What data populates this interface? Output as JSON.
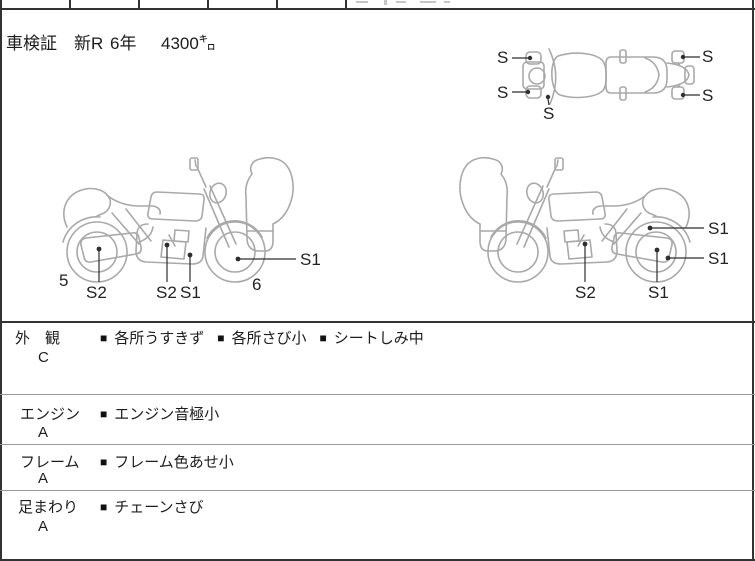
{
  "chars": {
    "bullet": "■"
  },
  "header": {
    "doc_label": "車検証",
    "registration": "新R",
    "year": "6年",
    "mileage": "4300㌔"
  },
  "diagram": {
    "marker_s": "S",
    "marker_s1": "S1",
    "marker_s2": "S2",
    "front_wheel_num": "6",
    "rear_wheel_num": "5"
  },
  "condition_rows": [
    {
      "label": "外　観",
      "grade": "C",
      "notes": [
        "各所うすきず",
        "各所さび小",
        "シートしみ中"
      ]
    },
    {
      "label": "エンジン",
      "grade": "A",
      "notes": [
        "エンジン音極小"
      ]
    },
    {
      "label": "フレーム",
      "grade": "A",
      "notes": [
        "フレーム色あせ小"
      ]
    },
    {
      "label": "足まわり",
      "grade": "A",
      "notes": [
        "チェーンさび"
      ]
    }
  ],
  "colors": {
    "line_art": "#a9a9a9",
    "leader": "#2e2e2e",
    "border": "#333333",
    "divider": "#999999"
  }
}
